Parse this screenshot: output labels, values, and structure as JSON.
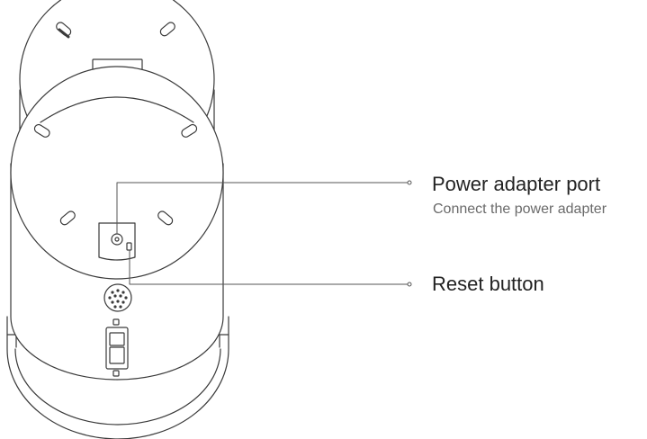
{
  "callouts": {
    "power_adapter_port": {
      "title": "Power adapter port",
      "description": "Connect the power adapter"
    },
    "reset_button": {
      "title": "Reset button"
    }
  },
  "colors": {
    "line": "#3a3a3a",
    "leader_line": "#555555",
    "title_text": "#222222",
    "description_text": "#6a6a6a",
    "background": "#ffffff"
  }
}
